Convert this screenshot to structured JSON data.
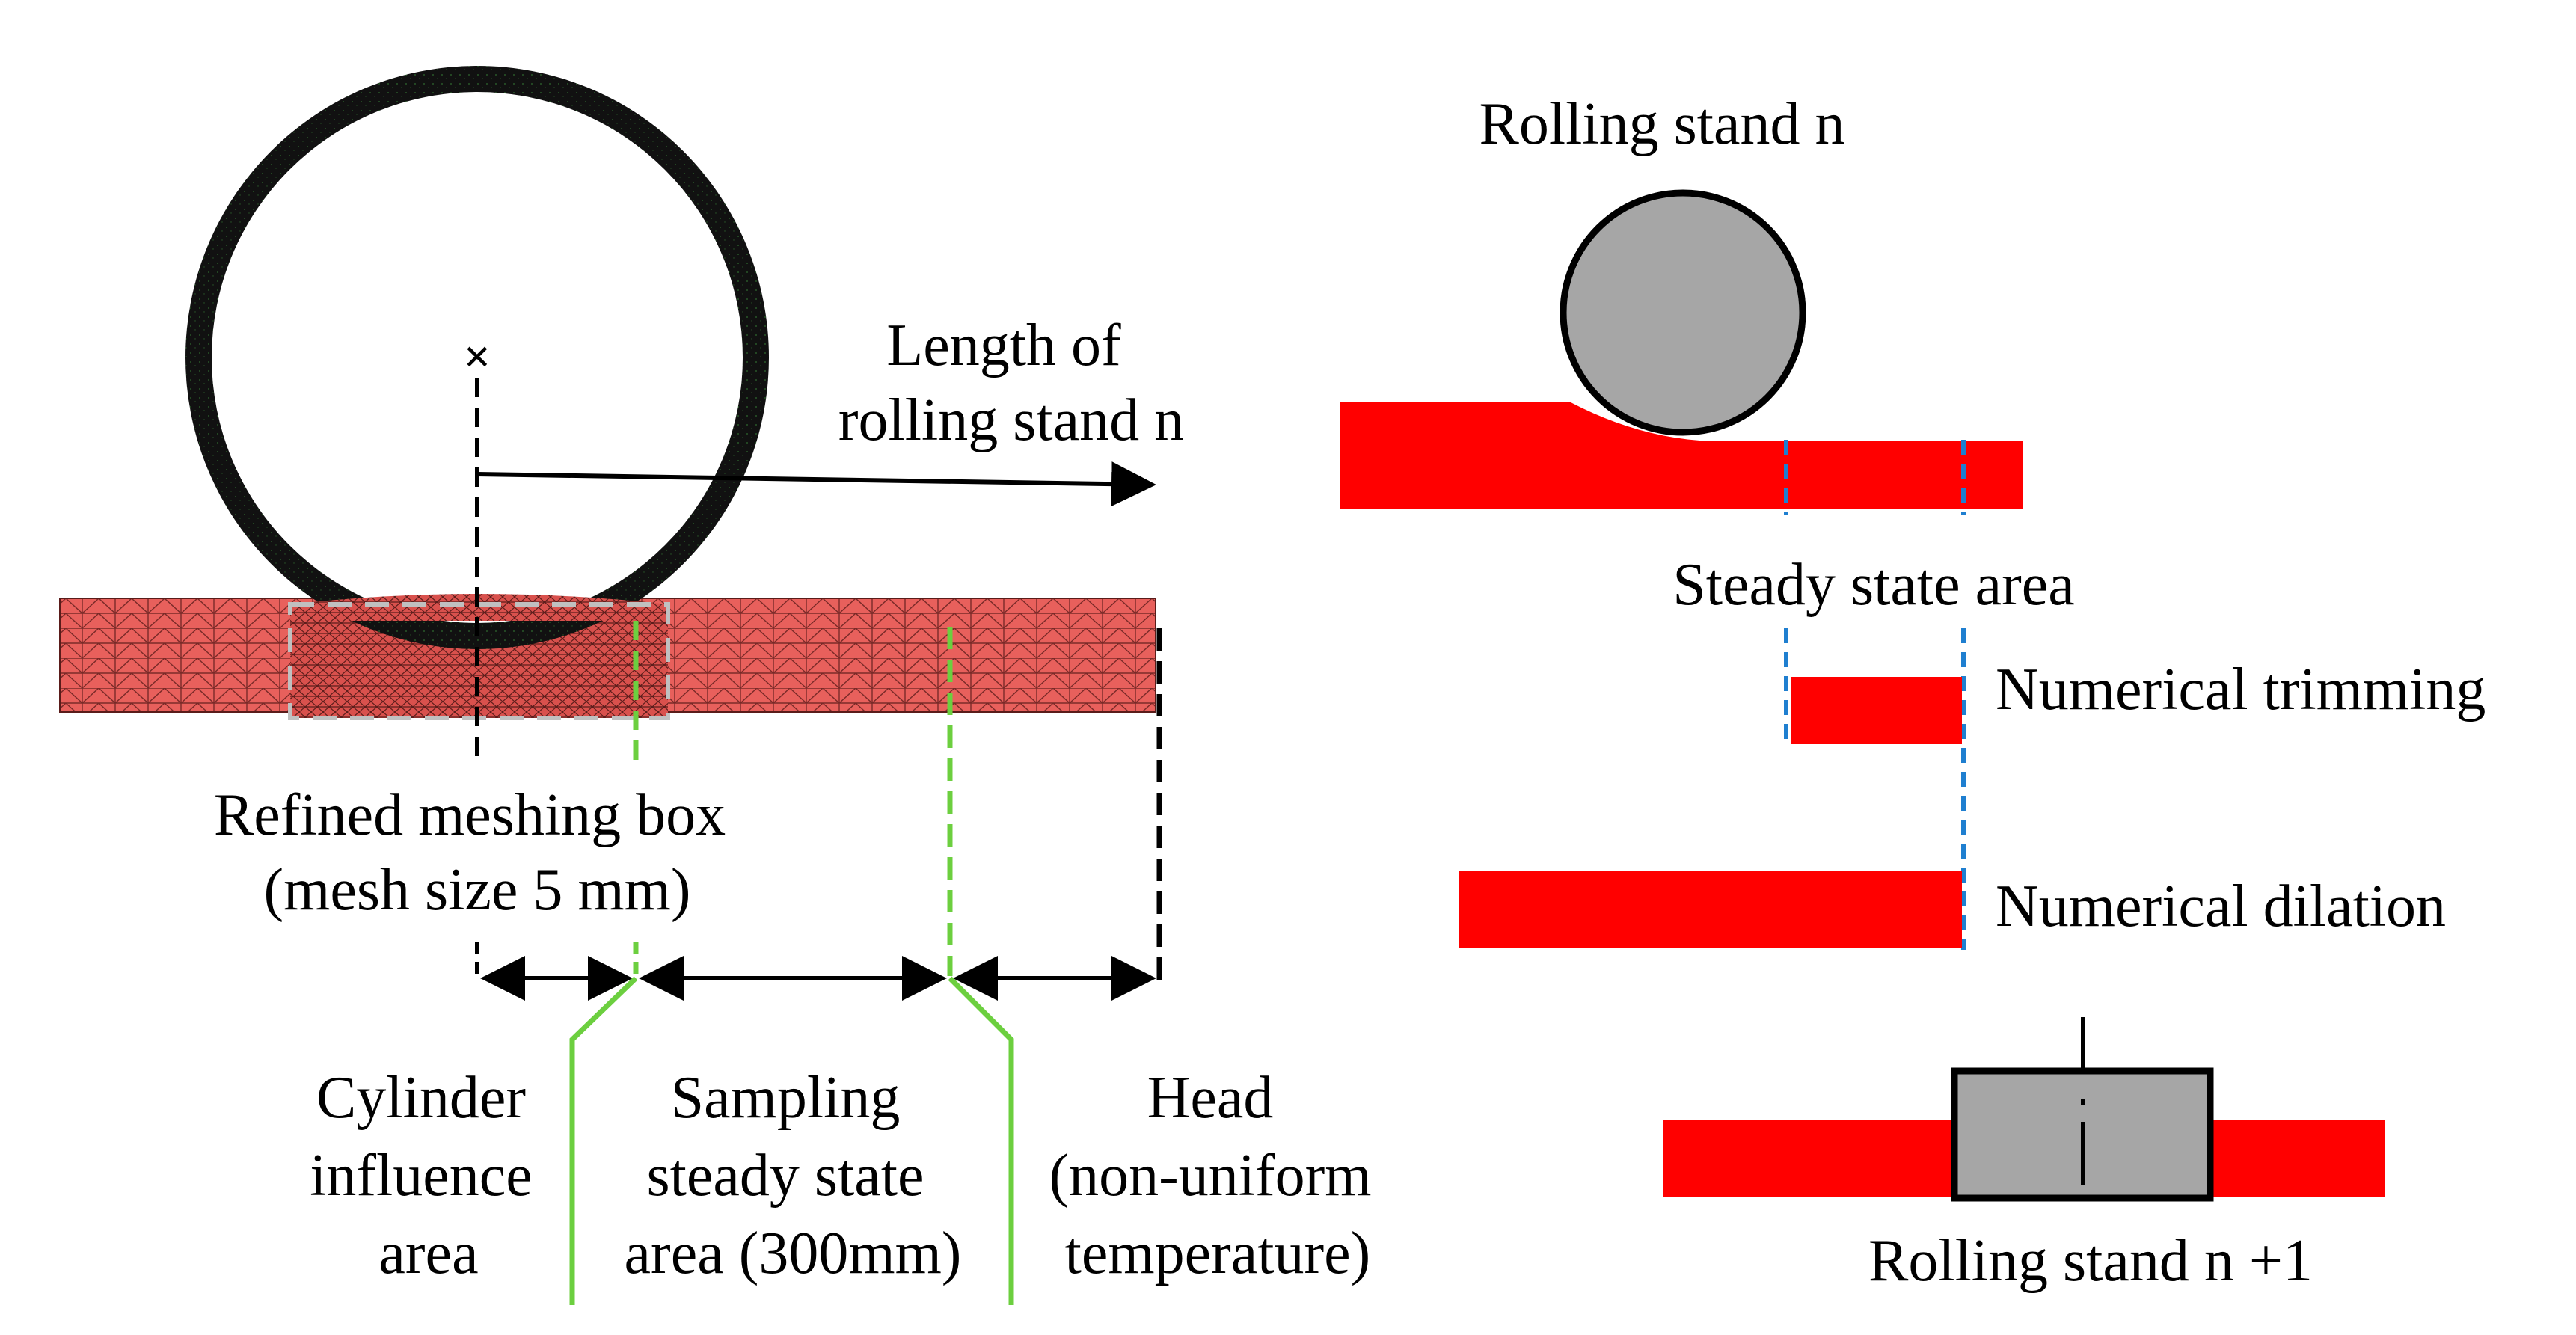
{
  "left_panel": {
    "length_label": [
      "Length of",
      "rolling stand n"
    ],
    "refined_box_label": [
      "Refined meshing box",
      "(mesh size 5 mm)"
    ],
    "zone_cylinder": [
      "Cylinder",
      "influence",
      "area"
    ],
    "zone_sampling": [
      "Sampling",
      "steady state",
      "area (300mm)"
    ],
    "zone_head": [
      "Head",
      "(non-uniform",
      "temperature)"
    ],
    "center_marker": "×"
  },
  "right_panel": {
    "stand_n_label": "Rolling stand n",
    "steady_state_label": "Steady state area",
    "trimming_label": "Numerical trimming",
    "dilation_label": "Numerical dilation",
    "stand_n1_label": "Rolling stand n +1"
  },
  "colors": {
    "strip_red": "#ff0000",
    "mesh_fill": "#e8605c",
    "roll_ring": "#111111",
    "roll_grey": "#a6a6a6",
    "green_line": "#6ccf3f",
    "blue_dash": "#1f7fd0",
    "box_dash": "#c0c0c0"
  }
}
